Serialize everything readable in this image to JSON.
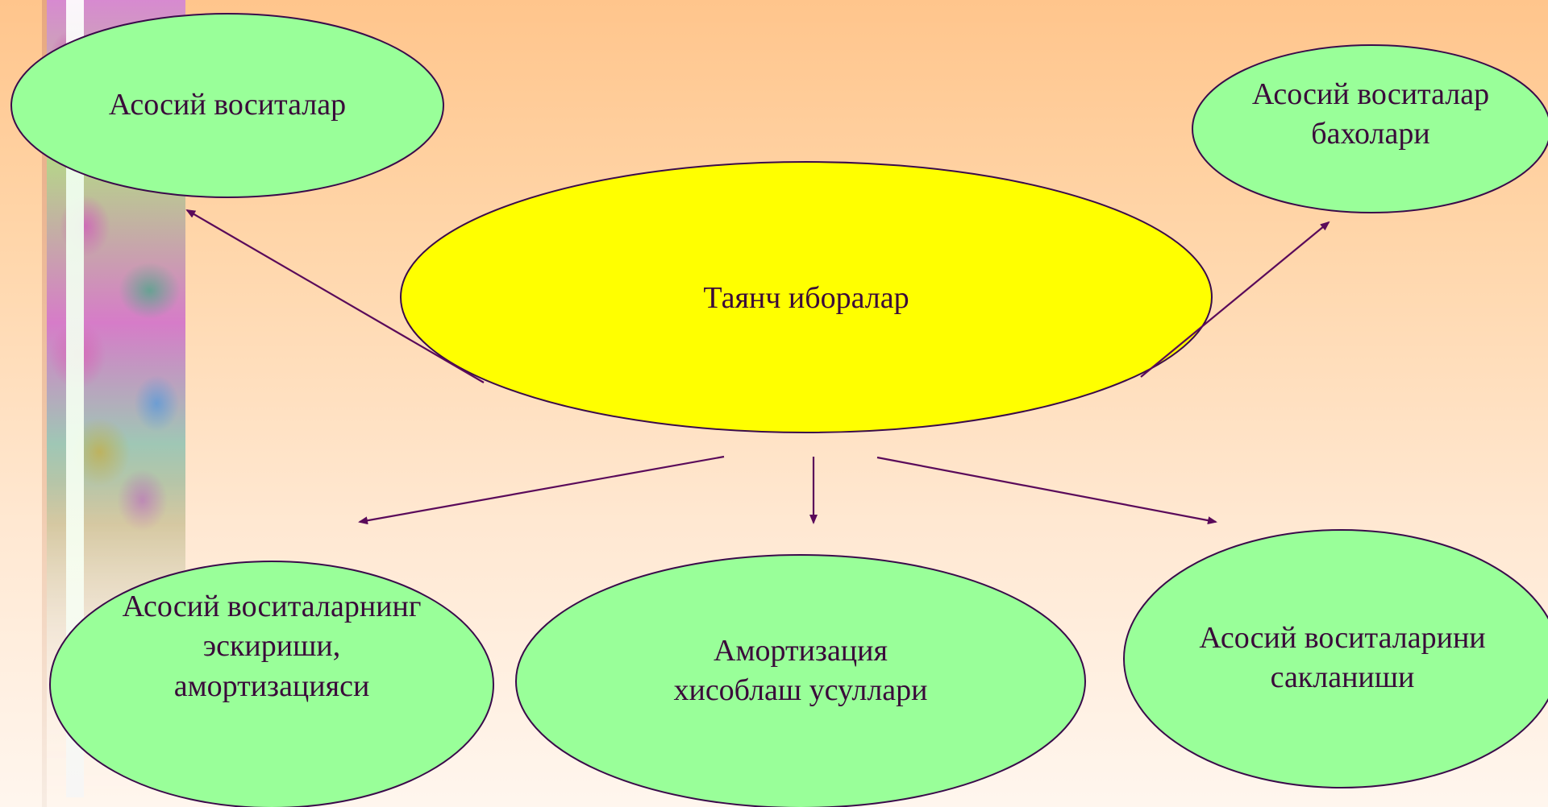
{
  "diagram": {
    "center": {
      "label": "Таянч иборалар"
    },
    "nodes": [
      {
        "key": "tl",
        "label": "Асосий воситалар"
      },
      {
        "key": "tr",
        "label": "Асосий воситалар\nбахолари"
      },
      {
        "key": "bl",
        "label": "Асосий воситаларнинг\nэскириши,\nамортизацияси"
      },
      {
        "key": "bm",
        "label": "Амортизация\nхисоблаш усуллари"
      },
      {
        "key": "br",
        "label": "Асосий воситаларини\nсакланиши"
      }
    ],
    "colors": {
      "center_fill": "#ffff00",
      "node_fill": "#99ff99",
      "outline": "#3a0a4a",
      "arrow": "#5a0a5a",
      "text": "#3a0a3a"
    }
  }
}
